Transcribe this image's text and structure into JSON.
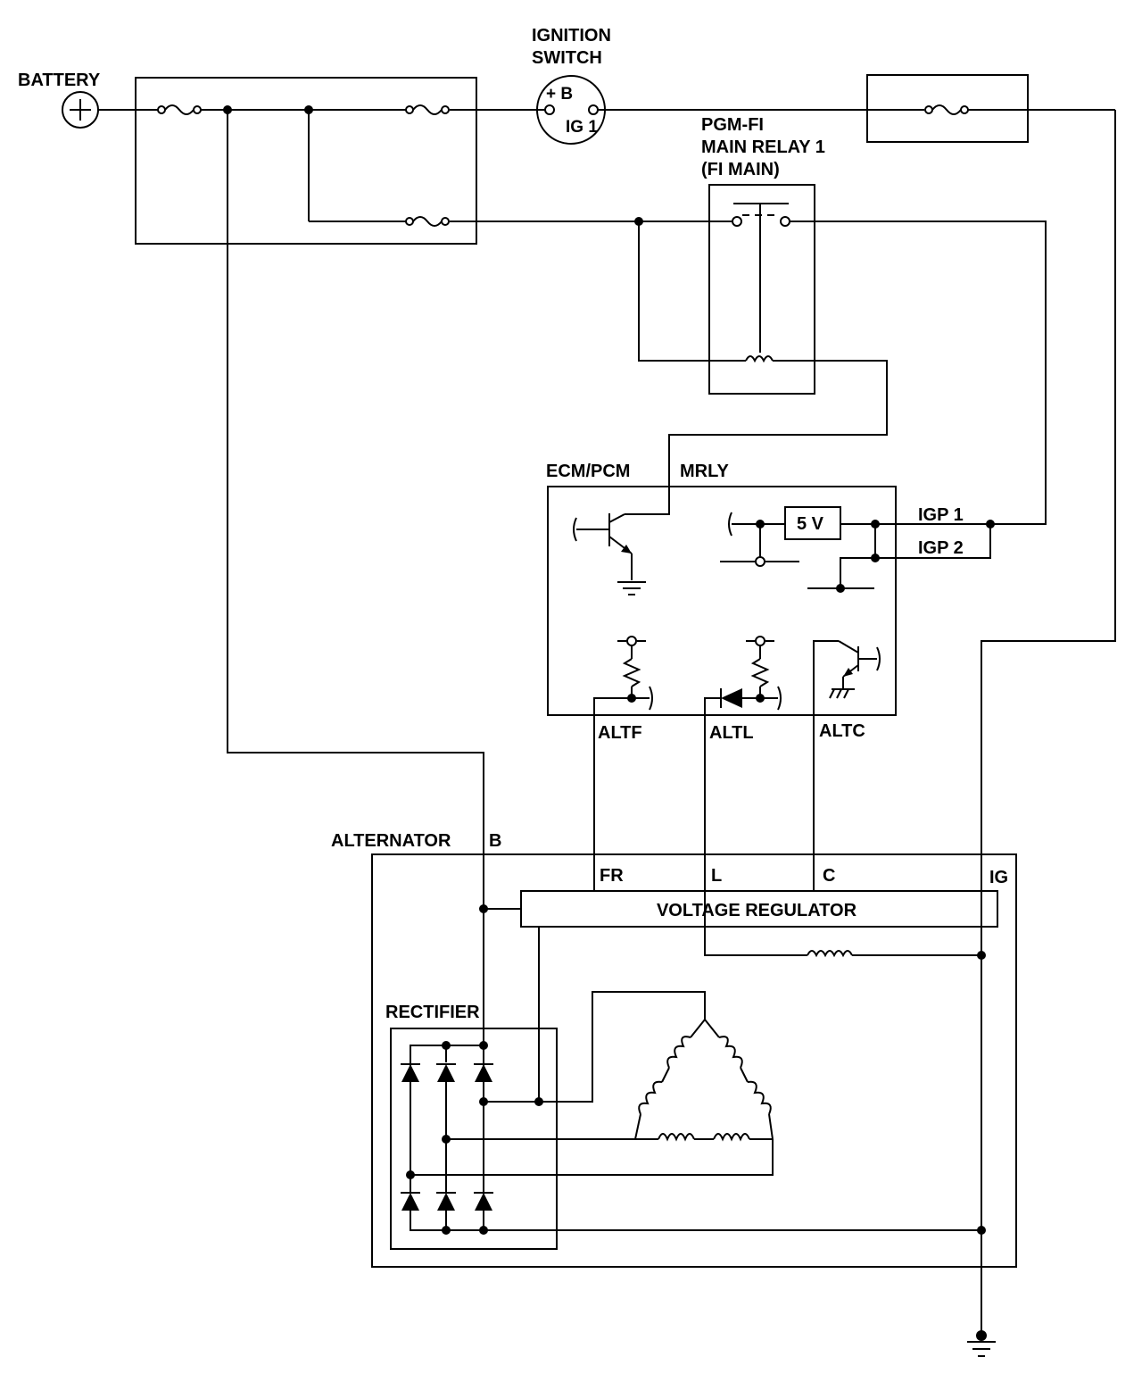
{
  "labels": {
    "battery": "BATTERY",
    "ignition_switch_line1": "IGNITION",
    "ignition_switch_line2": "SWITCH",
    "ign_b": "+ B",
    "ign_ig1": "IG 1",
    "relay_line1": "PGM-FI",
    "relay_line2": "MAIN RELAY 1",
    "relay_line3": "(FI MAIN)",
    "ecm": "ECM/PCM",
    "mrly": "MRLY",
    "five_v": "5 V",
    "igp1": "IGP 1",
    "igp2": "IGP 2",
    "altf": "ALTF",
    "altl": "ALTL",
    "altc": "ALTC",
    "alternator": "ALTERNATOR",
    "b_terminal": "B",
    "fr": "FR",
    "l": "L",
    "c": "C",
    "ig": "IG",
    "voltage_regulator": "VOLTAGE REGULATOR",
    "rectifier": "RECTIFIER"
  }
}
